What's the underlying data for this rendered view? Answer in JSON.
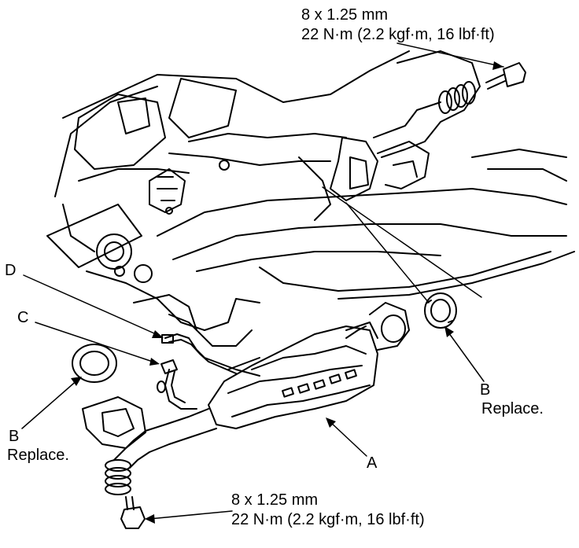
{
  "callouts": {
    "top_bolt": {
      "size": "8 x 1.25 mm",
      "torque": "22 N·m (2.2 kgf·m, 16 lbf·ft)"
    },
    "bottom_bolt": {
      "size": "8 x 1.25 mm",
      "torque": "22 N·m (2.2 kgf·m, 16 lbf·ft)"
    },
    "gasket_right": {
      "letter": "B",
      "note": "Replace."
    },
    "gasket_left": {
      "letter": "B",
      "note": "Replace."
    },
    "converter": {
      "letter": "A"
    },
    "connector_c": {
      "letter": "C"
    },
    "connector_d": {
      "letter": "D"
    }
  },
  "colors": {
    "line": "#000000",
    "background": "#ffffff"
  }
}
